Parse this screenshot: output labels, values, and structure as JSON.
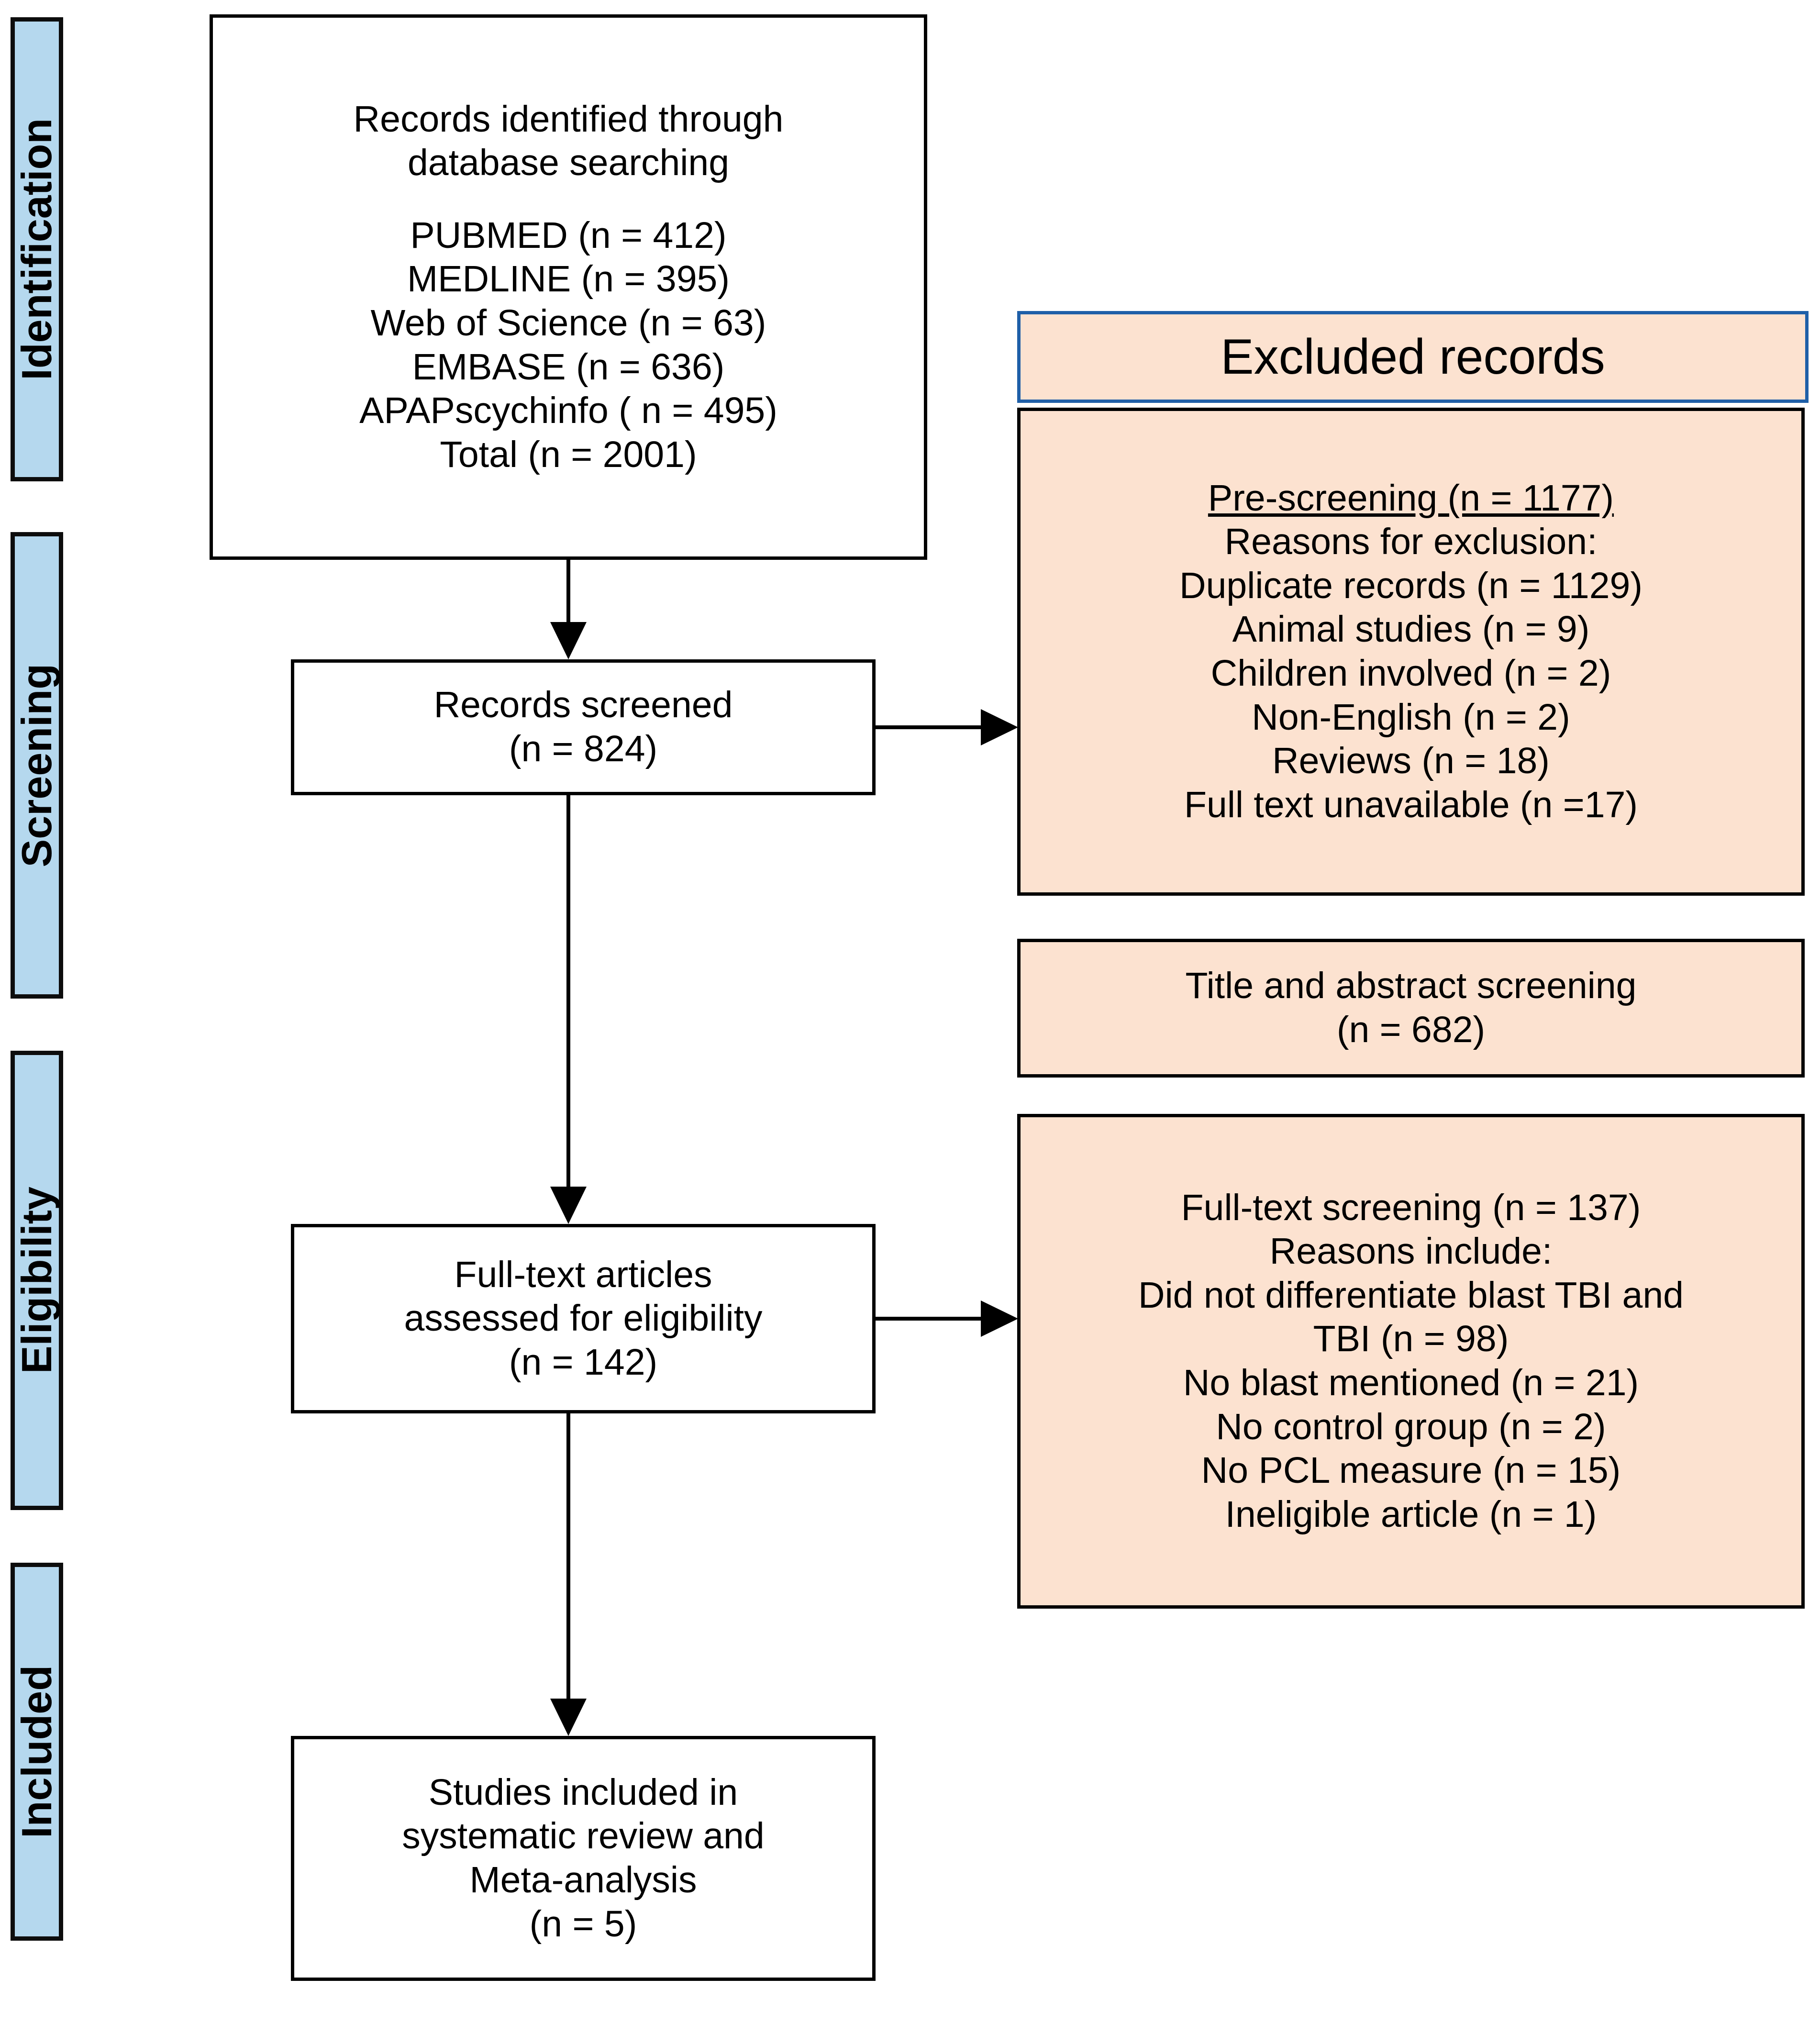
{
  "diagram": {
    "title": "PRISMA flow diagram",
    "colors": {
      "stage_fill": "#b5d8ee",
      "stage_border": "#0d0d0d",
      "excluded_fill": "#fce2d0",
      "excluded_header_border": "#1f5fa8",
      "box_border": "#000000",
      "box_fill": "#ffffff",
      "text": "#000000"
    }
  },
  "stages": [
    {
      "id": "identification",
      "label": "Identification"
    },
    {
      "id": "screening",
      "label": "Screening"
    },
    {
      "id": "eligibility",
      "label": "Eligibility"
    },
    {
      "id": "included",
      "label": "Included"
    }
  ],
  "flow": {
    "identified": {
      "heading_line_1": "Records identified through",
      "heading_line_2": "database searching",
      "sources": [
        "PUBMED (n = 412)",
        "MEDLINE (n = 395)",
        "Web of Science (n = 63)",
        "EMBASE (n = 636)",
        "APAPscychinfo ( n = 495)",
        "Total (n = 2001)"
      ]
    },
    "screened": {
      "line_1": "Records screened",
      "line_2": "(n = 824)"
    },
    "full_text": {
      "line_1": "Full-text articles",
      "line_2": "assessed for eligibility",
      "line_3": "(n = 142)"
    },
    "included": {
      "line_1": "Studies included in",
      "line_2": "systematic review and",
      "line_3": "Meta-analysis",
      "line_4": "(n = 5)"
    }
  },
  "excluded": {
    "header": "Excluded records",
    "pre_screening": {
      "heading": "Pre-screening (n = 1177)",
      "subheading": "Reasons for exclusion:",
      "reasons": [
        "Duplicate records (n = 1129)",
        "Animal studies (n = 9)",
        "Children involved  (n = 2)",
        "Non-English (n = 2)",
        "Reviews (n = 18)",
        "Full text unavailable (n =17)"
      ]
    },
    "title_abstract": {
      "line_1": "Title and abstract screening",
      "line_2": "(n = 682)"
    },
    "full_text_screening": {
      "heading": "Full-text screening (n = 137)",
      "subheading": "Reasons include:",
      "reasons": [
        "Did not differentiate blast TBI and",
        "TBI (n = 98)",
        "No blast mentioned (n = 21)",
        "No control group (n = 2)",
        "No PCL measure (n = 15)",
        "Ineligible article (n = 1)"
      ]
    }
  }
}
